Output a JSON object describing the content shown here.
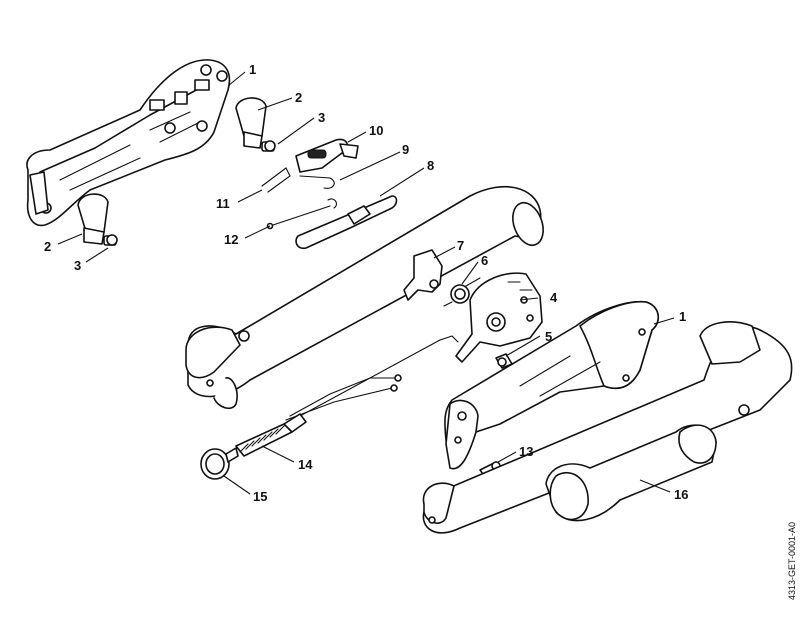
{
  "labels": {
    "l1a": "1",
    "l1b": "1",
    "l2a": "2",
    "l2b": "2",
    "l3a": "3",
    "l3b": "3",
    "l4": "4",
    "l5": "5",
    "l6": "6",
    "l7": "7",
    "l8": "8",
    "l9": "9",
    "l10": "10",
    "l11": "11",
    "l12": "12",
    "l13": "13",
    "l14": "14",
    "l15": "15",
    "l16": "16"
  },
  "drawing_ref": "4313-GET-0001-A0"
}
